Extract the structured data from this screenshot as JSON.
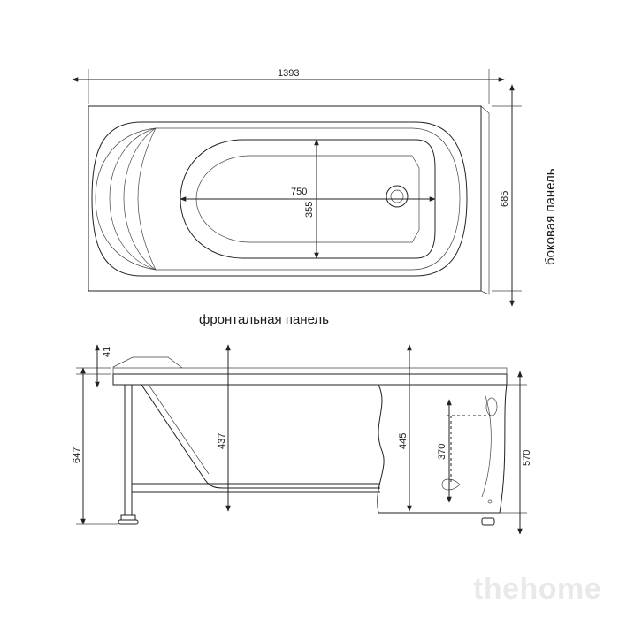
{
  "top_view": {
    "length": "1393",
    "width": "685",
    "inner_length": "750",
    "inner_width": "355",
    "front_panel_label": "фронтальная панель",
    "side_panel_label": "боковая панель"
  },
  "side_view": {
    "rim_height": "41",
    "total_height": "647",
    "depth_left": "437",
    "depth_right": "445",
    "drain_height": "370",
    "panel_height": "570"
  },
  "watermark": "thehome"
}
